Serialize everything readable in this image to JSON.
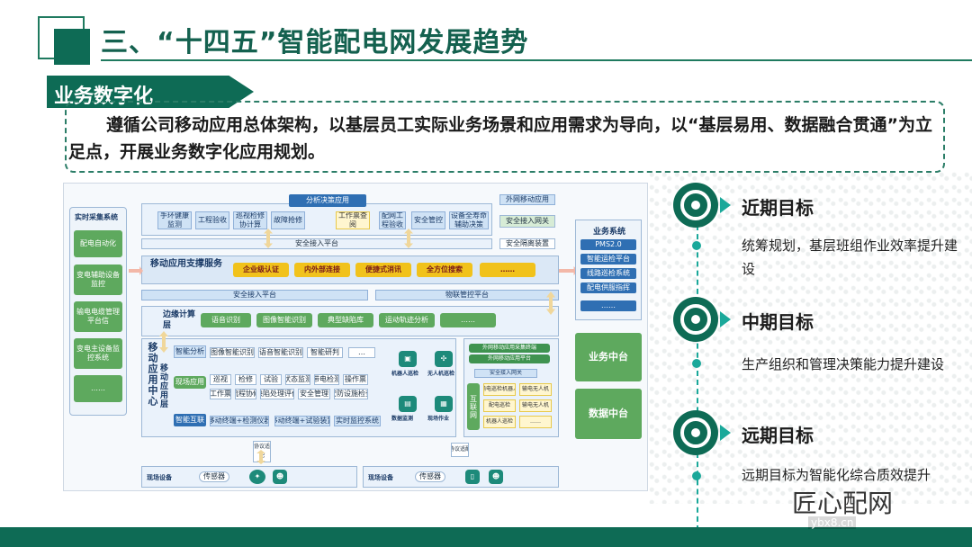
{
  "slide": {
    "title": "三、“十四五”智能配电网发展趋势",
    "section_label": "业务数字化",
    "intro": "遵循公司移动应用总体架构，以基层员工实际业务场景和应用需求为导向，以“基层易用、数据融合贯通”为立足点，开展业务数字化应用规划。"
  },
  "diagram": {
    "left_panel": {
      "title": "实时采集系统",
      "items": [
        "配电自动化",
        "变电辅助设备监控",
        "输电电缆管理平台信",
        "变电主设备监控系统",
        "……"
      ]
    },
    "top": {
      "header": "分析决策应用",
      "apps": [
        "手环健康监测",
        "工程验收",
        "巡视检修协计算",
        "故障抢修",
        "工作票查阅",
        "配网工程验收",
        "安全管控",
        "设备全寿命辅助决策"
      ],
      "ext_header": "外网移动应用",
      "ext_gateway": "安全接入网关",
      "access_platform": "安全接入平台",
      "isolation": "安全隔离装置"
    },
    "support": {
      "label": "移动应用支撑服务",
      "items": [
        "企业级认证",
        "内外部连接",
        "便捷式消讯",
        "全方位搜索",
        "……"
      ]
    },
    "mid_bar": {
      "left": "安全接入平台",
      "right": "物联管控平台"
    },
    "edge": {
      "label": "边缘计算层",
      "items": [
        "语音识别",
        "图像智能识别",
        "典型缺陷库",
        "运动轨迹分析",
        "……"
      ]
    },
    "mobile_center": {
      "label": "移动应用中心",
      "layer_label": "移动应用层",
      "smart_label": "智能分析",
      "smart_items": [
        "图像智能识别",
        "语音智能识别",
        "智能研判",
        "…"
      ],
      "field_label": "现场应用",
      "field_items": [
        "巡视",
        "检修",
        "试验",
        "状态监测",
        "带电检测",
        "操作票",
        "工作票",
        "流程协修",
        "缺陷处理评价",
        "安全管理",
        "安防设施检查"
      ],
      "interconnect_label": "智能互联",
      "interconnect_items": [
        "移动终端+检测仪器",
        "移动终端+试验装置",
        "实时监控系统"
      ],
      "device_labels": [
        "机器人巡检",
        "无人机巡检",
        "数据监测",
        "现场作业"
      ],
      "inner_right_header": "外网移动应用采集终端",
      "inner_right_sub": "外网移动应用平台",
      "inner_gateway": "安全接入网关",
      "iot_label": "互联网",
      "iot_items": [
        "输电巡检机器人",
        "输电无人机",
        "配电巡检",
        "输电无人机",
        "机器人巡检",
        "……"
      ]
    },
    "right_panel": {
      "title": "业务系统",
      "items": [
        "PMS2.0",
        "智能运检平台",
        "线路巡检系统",
        "配电供服指挥",
        "……"
      ],
      "center_business": "业务中台",
      "center_data": "数据中台"
    },
    "bottom": {
      "left_label": "现场设备",
      "left_sensor": "传感器",
      "left_protocol": "协议适配",
      "right_label": "现场设备",
      "right_sensor": "传感器",
      "right_protocol": "协议适配"
    }
  },
  "goals": [
    {
      "title": "近期目标",
      "desc": "统筹规划，基层班组作业效率提升建设"
    },
    {
      "title": "中期目标",
      "desc": "生产组织和管理决策能力提升建设"
    },
    {
      "title": "远期目标",
      "desc": "远期目标为智能化综合质效提升"
    }
  ],
  "watermark": {
    "text": "匠心配网",
    "sub": "ybx8.cn"
  },
  "colors": {
    "primary": "#0e6b55",
    "accent": "#1aa89a",
    "green": "#5ea95e",
    "yellow": "#f1c21b"
  }
}
